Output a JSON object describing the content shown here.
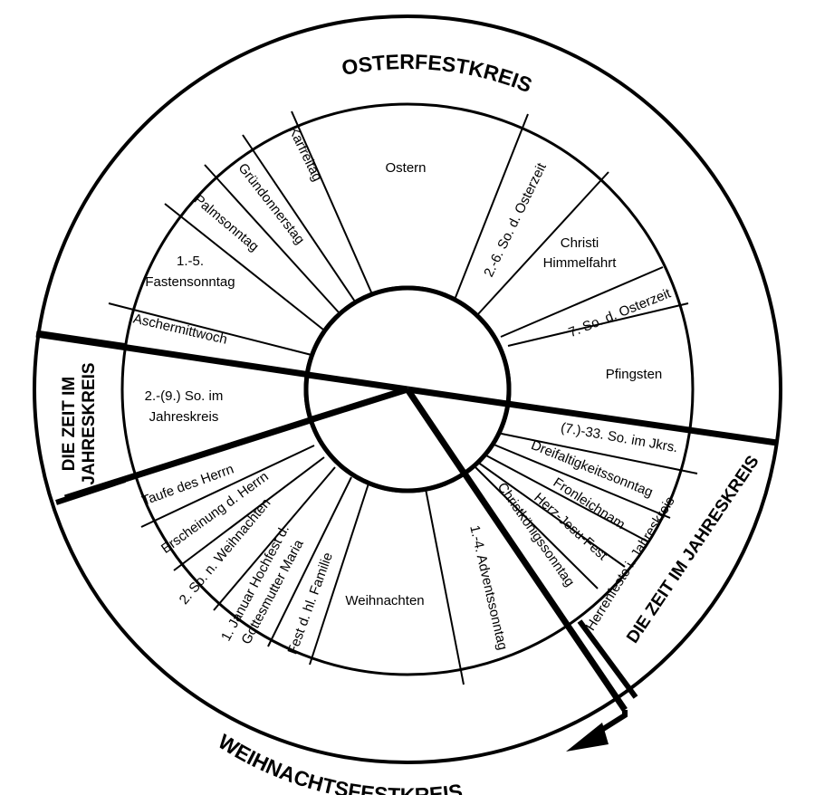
{
  "colors": {
    "ink": "#000000",
    "paper": "#ffffff"
  },
  "outer_ring": {
    "osterfestkreis": "OSTERFESTKREIS",
    "weihnachtsfestkreis": "WEIHNACHTSFESTKREIS",
    "jahreskreis_left": [
      "DIE ZEIT IM",
      "JAHRESKREIS"
    ],
    "jahreskreis_right": "DIE ZEIT IM JAHRESKREIS"
  },
  "segments": {
    "ostern": "Ostern",
    "so_osterzeit_2_6": "2.-6. So. d. Osterzeit",
    "himmelfahrt": [
      "Christi",
      "Himmelfahrt"
    ],
    "so_osterzeit_7": "7. So. d. Osterzeit",
    "pfingsten": "Pfingsten",
    "so_jkrs": "(7.)-33. So. im Jkrs.",
    "dreifaltigkeit": "Dreifaltigkeitssonntag",
    "fronleichnam": "Fronleichnam",
    "herz_jesu": "Herz-Jesu-Fest",
    "herrenfeste": "Herrenfeste i. Jahreskreis",
    "christkoenig": "Christkönigssonntag",
    "advent": "1.-4. Adventssonntag",
    "weihnachten": "Weihnachten",
    "fest_familie": "Fest d. hl. Familie",
    "januar": [
      "1. Januar Hochfest d.",
      "Gottesmutter Maria"
    ],
    "so_weihnachten": "2. So. n. Weihnachten",
    "erscheinung": "Erscheinung d. Herrn",
    "taufe": "Taufe des Herrn",
    "so_jahreskreis_2_9": [
      "2.-(9.) So. im",
      "Jahreskreis"
    ],
    "aschermittwoch": "Aschermittwoch",
    "fastensonntag": [
      "1.-5.",
      "Fastensonntag"
    ],
    "palmsonntag": "Palmsonntag",
    "gruendonnerstag": "Gründonnerstag",
    "karfreitag": "Karfreitag"
  }
}
